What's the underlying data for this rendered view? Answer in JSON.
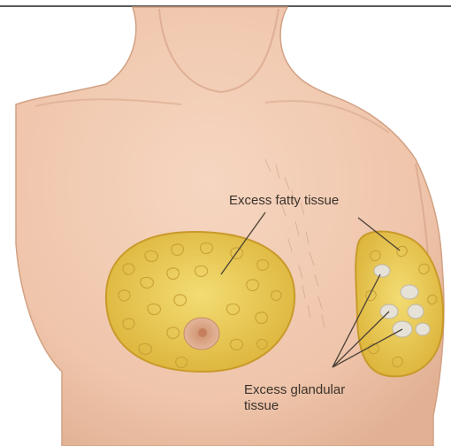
{
  "labels": {
    "fatty": "Excess fatty tissue",
    "glandular_line1": "Excess glandular",
    "glandular_line2": "tissue"
  },
  "colors": {
    "background": "#ffffff",
    "skin": "#f1cbb3",
    "skin_shadow": "#d9a98d",
    "fat": "#e9c94d",
    "fat_outline": "#c89a2a",
    "gland": "#e3e0d8",
    "areola": "#d9a07f",
    "leader_line": "#4a4036",
    "label_text": "#3a332c"
  }
}
